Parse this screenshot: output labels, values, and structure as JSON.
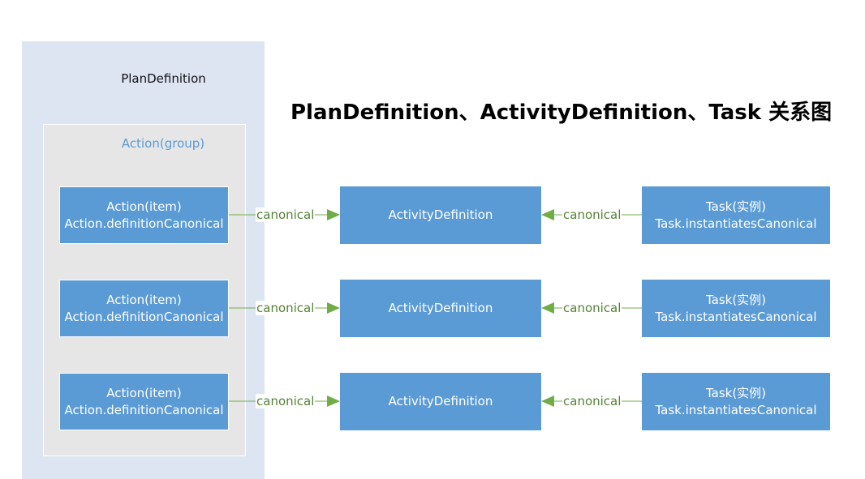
{
  "title": "PlanDefinition、ActivityDefinition、Task 关系图",
  "plan_definition": {
    "label": "PlanDefinition"
  },
  "action_group": {
    "label": "Action(group)"
  },
  "rows": [
    {
      "action": {
        "line1": "Action(item)",
        "line2": "Action.definitionCanonical"
      },
      "left_edge_label": "canonical",
      "activity_definition": "ActivityDefinition",
      "right_edge_label": "canonical",
      "task": {
        "line1": "Task(实例)",
        "line2": "Task.instantiatesCanonical"
      }
    },
    {
      "action": {
        "line1": "Action(item)",
        "line2": "Action.definitionCanonical"
      },
      "left_edge_label": "canonical",
      "activity_definition": "ActivityDefinition",
      "right_edge_label": "canonical",
      "task": {
        "line1": "Task(实例)",
        "line2": "Task.instantiatesCanonical"
      }
    },
    {
      "action": {
        "line1": "Action(item)",
        "line2": "Action.definitionCanonical"
      },
      "left_edge_label": "canonical",
      "activity_definition": "ActivityDefinition",
      "right_edge_label": "canonical",
      "task": {
        "line1": "Task(实例)",
        "line2": "Task.instantiatesCanonical"
      }
    }
  ],
  "colors": {
    "box_fill": "#5b9bd5",
    "plan_fill": "#dde5f3",
    "group_fill": "#e6e6e6",
    "connector": "#70ad47",
    "connector_label": "#548235"
  }
}
